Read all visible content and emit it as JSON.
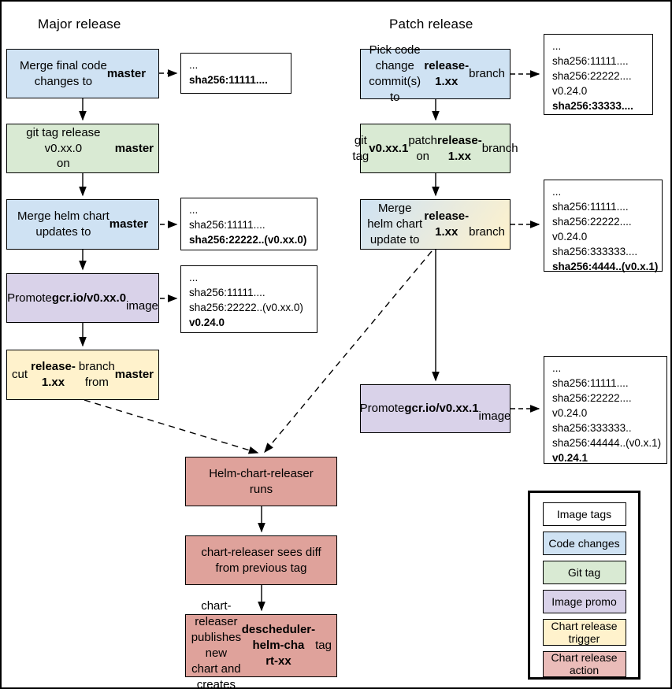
{
  "titles": {
    "major": "Major release",
    "patch": "Patch release"
  },
  "colors": {
    "code_changes": "#cfe2f3",
    "git_tag": "#d9ead3",
    "image_promo": "#d9d2e9",
    "chart_trigger": "#fff2cc",
    "chart_action": "#dfa29b",
    "image_tags": "#ffffff"
  },
  "nodes": {
    "m1": [
      {
        "t": "Merge final code\nchanges to "
      },
      {
        "t": "master",
        "b": true
      }
    ],
    "m2": [
      {
        "t": "git tag release v0.xx.0\non "
      },
      {
        "t": "master",
        "b": true
      }
    ],
    "m3": [
      {
        "t": "Merge helm chart\nupdates to "
      },
      {
        "t": "master",
        "b": true
      }
    ],
    "m4": [
      {
        "t": "Promote "
      },
      {
        "t": "gcr.io/v0.xx.0",
        "b": true
      },
      {
        "t": "\nimage"
      }
    ],
    "m5": [
      {
        "t": "cut "
      },
      {
        "t": "release-1.xx",
        "b": true
      },
      {
        "t": " branch\nfrom "
      },
      {
        "t": "master",
        "b": true
      }
    ],
    "p1": [
      {
        "t": "Pick code change\ncommit(s) to\n"
      },
      {
        "t": "release-1.xx",
        "b": true
      },
      {
        "t": " branch"
      }
    ],
    "p2": [
      {
        "t": "git tag "
      },
      {
        "t": "v0.xx.1",
        "b": true
      },
      {
        "t": " patch on\n"
      },
      {
        "t": "release-1.xx",
        "b": true
      },
      {
        "t": " branch"
      }
    ],
    "p3": [
      {
        "t": "Merge helm chart\nupdate to "
      },
      {
        "t": "release-1.xx",
        "b": true
      },
      {
        "t": "\nbranch"
      }
    ],
    "p4": [
      {
        "t": "Promote "
      },
      {
        "t": "gcr.io/v0.xx.1",
        "b": true
      },
      {
        "t": "\nimage"
      }
    ],
    "b1": [
      {
        "t": "Helm-chart-releaser\nruns"
      }
    ],
    "b2": [
      {
        "t": "chart-releaser sees diff\nfrom previous tag"
      }
    ],
    "b3": [
      {
        "t": "chart-releaser publishes\nnew chart and creates\n"
      },
      {
        "t": "descheduler-helm-cha\nrt-xx",
        "b": true
      },
      {
        "t": " tag"
      }
    ]
  },
  "tags": {
    "t1": {
      "lines": [
        [
          {
            "t": "..."
          }
        ],
        [
          {
            "t": "sha256:11111....",
            "b": true
          }
        ]
      ]
    },
    "t2": {
      "lines": [
        [
          {
            "t": "..."
          }
        ],
        [
          {
            "t": "sha256:11111...."
          }
        ],
        [
          {
            "t": "sha256:22222..(v0.xx.0)",
            "b": true
          }
        ]
      ]
    },
    "t3": {
      "lines": [
        [
          {
            "t": "..."
          }
        ],
        [
          {
            "t": "sha256:11111...."
          }
        ],
        [
          {
            "t": "sha256:22222..(v0.xx.0)"
          }
        ],
        [
          {
            "t": "v0.24.0",
            "b": true
          }
        ]
      ]
    },
    "t4": {
      "lines": [
        [
          {
            "t": "..."
          }
        ],
        [
          {
            "t": "sha256:11111...."
          }
        ],
        [
          {
            "t": "sha256:22222...."
          }
        ],
        [
          {
            "t": "v0.24.0"
          }
        ],
        [
          {
            "t": "sha256:33333....",
            "b": true
          }
        ]
      ]
    },
    "t5": {
      "lines": [
        [
          {
            "t": "..."
          }
        ],
        [
          {
            "t": "sha256:11111...."
          }
        ],
        [
          {
            "t": "sha256:22222...."
          }
        ],
        [
          {
            "t": "v0.24.0"
          }
        ],
        [
          {
            "t": "sha256:333333...."
          }
        ],
        [
          {
            "t": "sha256:4444..(v0.x.1)",
            "b": true
          }
        ]
      ]
    },
    "t6": {
      "lines": [
        [
          {
            "t": "..."
          }
        ],
        [
          {
            "t": "sha256:11111...."
          }
        ],
        [
          {
            "t": "sha256:22222...."
          }
        ],
        [
          {
            "t": "v0.24.0"
          }
        ],
        [
          {
            "t": "sha256:333333.."
          }
        ],
        [
          {
            "t": "sha256:44444..(v0.x.1)"
          }
        ],
        [
          {
            "t": "v0.24.1",
            "b": true
          }
        ]
      ]
    }
  },
  "legend": {
    "items": [
      {
        "label": "Image tags",
        "color": "#ffffff"
      },
      {
        "label": "Code changes",
        "color": "#cfe2f3"
      },
      {
        "label": "Git tag",
        "color": "#d9ead3"
      },
      {
        "label": "Image promo",
        "color": "#d9d2e9"
      },
      {
        "label": "Chart release\ntrigger",
        "color": "#fff2cc"
      },
      {
        "label": "Chart release\naction",
        "color": "#eabcb9"
      }
    ]
  }
}
